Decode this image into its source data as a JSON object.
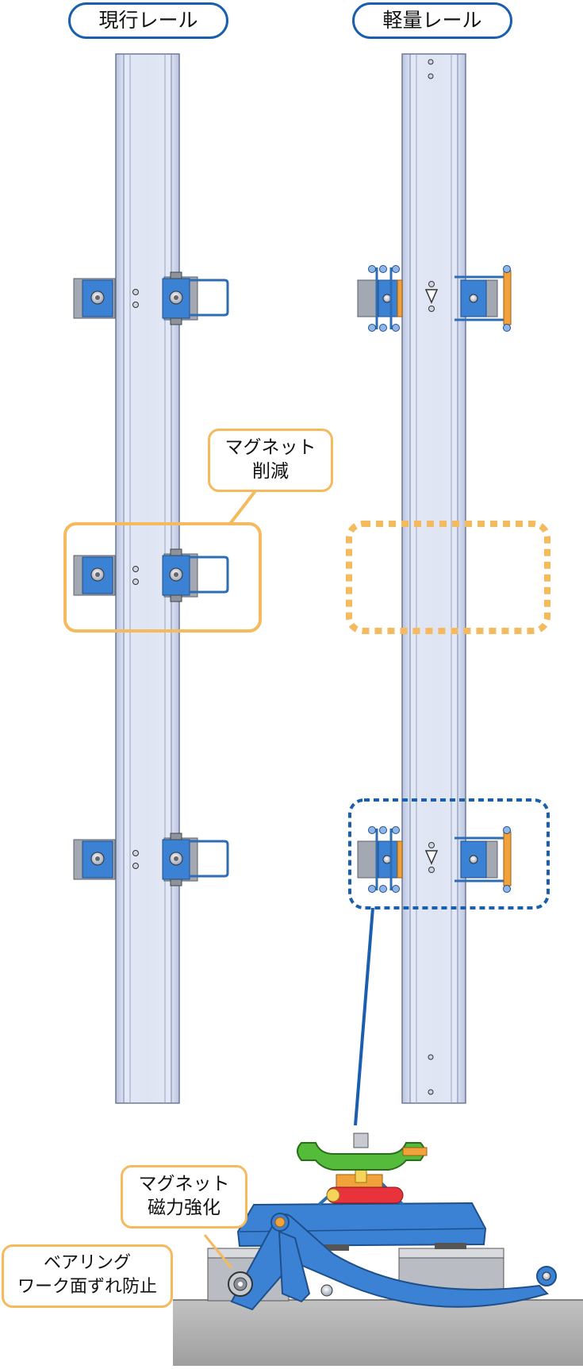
{
  "headers": {
    "current": "現行レール",
    "light": "軽量レール"
  },
  "callouts": {
    "magnet_reduction": [
      "マグネット",
      "削減"
    ],
    "magnet_strength": [
      "マグネット",
      "磁力強化"
    ],
    "bearing": [
      "ベアリング",
      "ワーク面ずれ防止"
    ]
  },
  "colors": {
    "callout_orange": "#f5b95e",
    "callout_blue": "#1a5fae",
    "rail_fill": "#d7ddf0",
    "rail_stroke": "#7a86a8",
    "magnet_blue": "#3b82d4",
    "bracket_gray": "#9aa0aa",
    "orange_roller": "#f2a23a",
    "green_head": "#55bb3a",
    "red_cylinder": "#e8323c",
    "floor_gray": "#a9a9a9"
  },
  "icons": {
    "warning_triangle": "warning-triangle-icon",
    "bolt": "bolt-icon",
    "bearing": "bearing-icon"
  }
}
